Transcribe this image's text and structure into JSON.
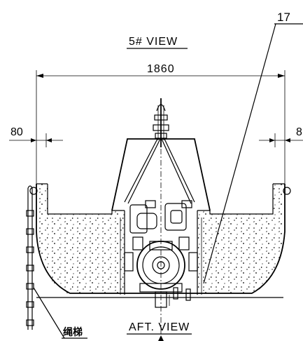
{
  "drawing": {
    "view_top_title": "5# VIEW",
    "view_bottom_title": "AFT. VIEW",
    "dim_overall": "1860",
    "dim_left": "80",
    "dim_right": "8",
    "callout_number": "17",
    "side_label": "绳梯"
  }
}
